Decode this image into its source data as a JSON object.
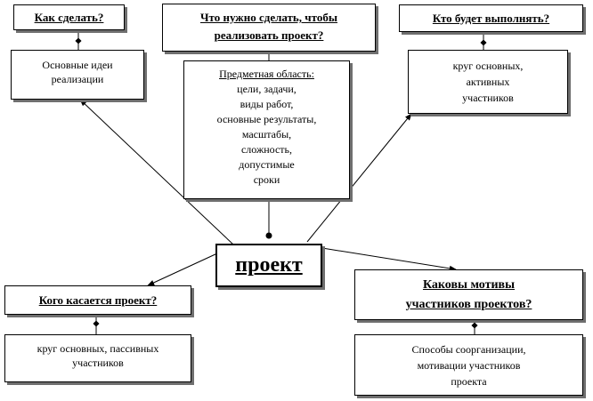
{
  "center": {
    "label": "проект"
  },
  "how": {
    "question": "Как сделать?",
    "answer": [
      "Основные идеи",
      "реализации"
    ]
  },
  "what": {
    "question": [
      "Что нужно сделать, чтобы",
      "реализовать проект?"
    ],
    "answer_title": "Предметная область:",
    "answer": [
      "цели, задачи,",
      "виды работ,",
      "основные результаты,",
      "масштабы,",
      "сложность,",
      "допустимые",
      "сроки"
    ]
  },
  "who": {
    "question": "Кто будет выполнять?",
    "answer": [
      "круг основных,",
      "активных",
      "участников"
    ]
  },
  "concerns": {
    "question": "Кого касается проект?",
    "answer": [
      "круг основных, пассивных",
      "участников"
    ]
  },
  "motives": {
    "question": [
      "Каковы мотивы",
      "участников проектов?"
    ],
    "answer": [
      "Способы соорганизации,",
      "мотивации участников",
      "проекта"
    ]
  }
}
